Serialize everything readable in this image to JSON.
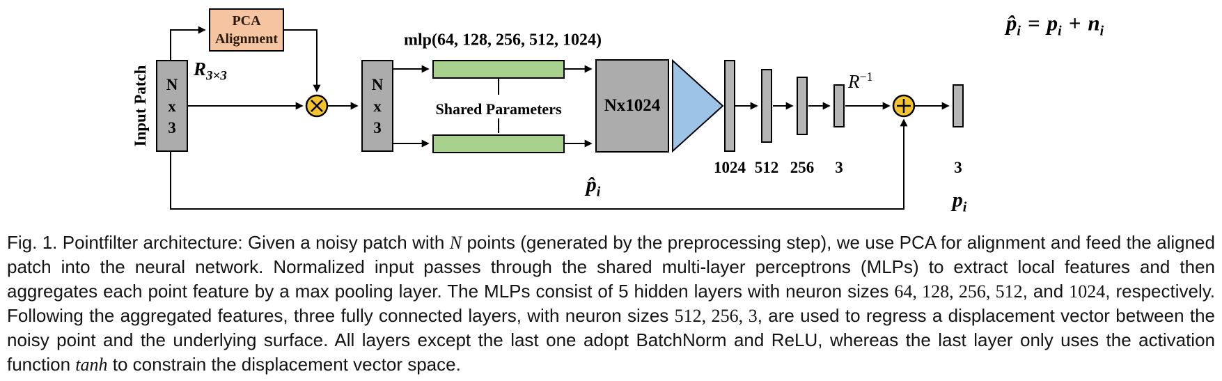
{
  "figure": {
    "input_patch_label": "Input Patch",
    "matrix_box_lines": [
      "N",
      "x",
      "3"
    ],
    "pca_lines": [
      "PCA",
      "Alignment"
    ],
    "rotation_label": {
      "base": "R",
      "sub": "3×3"
    },
    "mlp_label": "mlp(64, 128, 256, 512, 1024)",
    "shared_label": "Shared Parameters",
    "feature_box_label": "Nx1024",
    "fc_labels": [
      "1024",
      "512",
      "256",
      "3"
    ],
    "output_bar_label": "3",
    "inverse_rotation": {
      "base": "R",
      "sup": "−1"
    },
    "equation": {
      "lhs": "p̂",
      "lhs_sub": "i",
      "eq": "=",
      "rhs1": "p",
      "rhs1_sub": "i",
      "op": "+",
      "rhs2": "n",
      "rhs2_sub": "i"
    },
    "output_point": {
      "base": "p̂",
      "sub": "i"
    },
    "input_point": {
      "base": "p",
      "sub": "i"
    },
    "colors": {
      "box_gray": "#acacac",
      "bar_gray": "#b5b5b5",
      "pca_peach": "#f5c4a0",
      "mlp_green": "#a9d18e",
      "pool_blue": "#9dc3e6",
      "op_yellow": "#f4c430"
    }
  },
  "caption": {
    "segments": [
      {
        "text": "Fig. 1. Pointfilter architecture: Given a noisy patch with ",
        "style": "n"
      },
      {
        "text": "N",
        "style": "i"
      },
      {
        "text": " points (generated by the preprocessing step), we use PCA for alignment and feed the aligned patch into the neural network. Normalized input passes through the shared multi-layer perceptrons (MLPs) to extract local features and then aggregates each point feature by a max pooling layer. The MLPs consist of 5 hidden layers with neuron sizes ",
        "style": "n"
      },
      {
        "text": "64, 128, 256, 512",
        "style": "num"
      },
      {
        "text": ", and ",
        "style": "n"
      },
      {
        "text": "1024",
        "style": "num"
      },
      {
        "text": ", respectively. Following the aggregated features, three fully connected layers, with neuron sizes ",
        "style": "n"
      },
      {
        "text": "512, 256, 3",
        "style": "num"
      },
      {
        "text": ", are used to regress a displacement vector between the noisy point and the underlying surface. All layers except the last one adopt BatchNorm and ReLU, whereas the last layer only uses the activation function ",
        "style": "n"
      },
      {
        "text": "tanh",
        "style": "i"
      },
      {
        "text": " to constrain the displacement vector space.",
        "style": "n"
      }
    ]
  }
}
